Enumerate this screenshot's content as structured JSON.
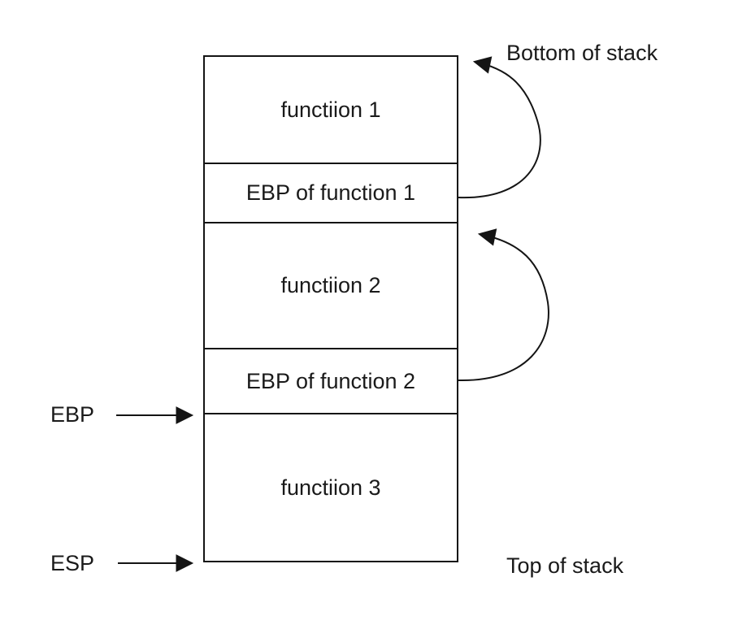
{
  "diagram": {
    "type": "stack-memory-diagram",
    "background_color": "#ffffff",
    "line_color": "#141414",
    "text_color": "#1a1a1a",
    "stack": {
      "frames": [
        {
          "label": "functiion 1"
        },
        {
          "label": "EBP of function 1"
        },
        {
          "label": "functiion 2"
        },
        {
          "label": "EBP of function 2"
        },
        {
          "label": "functiion 3"
        }
      ]
    },
    "annotations": {
      "bottom_of_stack": "Bottom of stack",
      "top_of_stack": "Top of stack",
      "ebp_register": "EBP",
      "esp_register": "ESP"
    },
    "arrows": [
      {
        "name": "ebp-pointer-arrow",
        "from": "EBP label",
        "to": "top edge of functiion 3 frame"
      },
      {
        "name": "esp-pointer-arrow",
        "from": "ESP label",
        "to": "bottom edge of functiion 3 frame"
      },
      {
        "name": "saved-ebp-arc-1",
        "from": "EBP of function 1",
        "to": "bottom of stack (top right corner)"
      },
      {
        "name": "saved-ebp-arc-2",
        "from": "EBP of function 2",
        "to": "top of functiion 2 frame"
      }
    ]
  }
}
